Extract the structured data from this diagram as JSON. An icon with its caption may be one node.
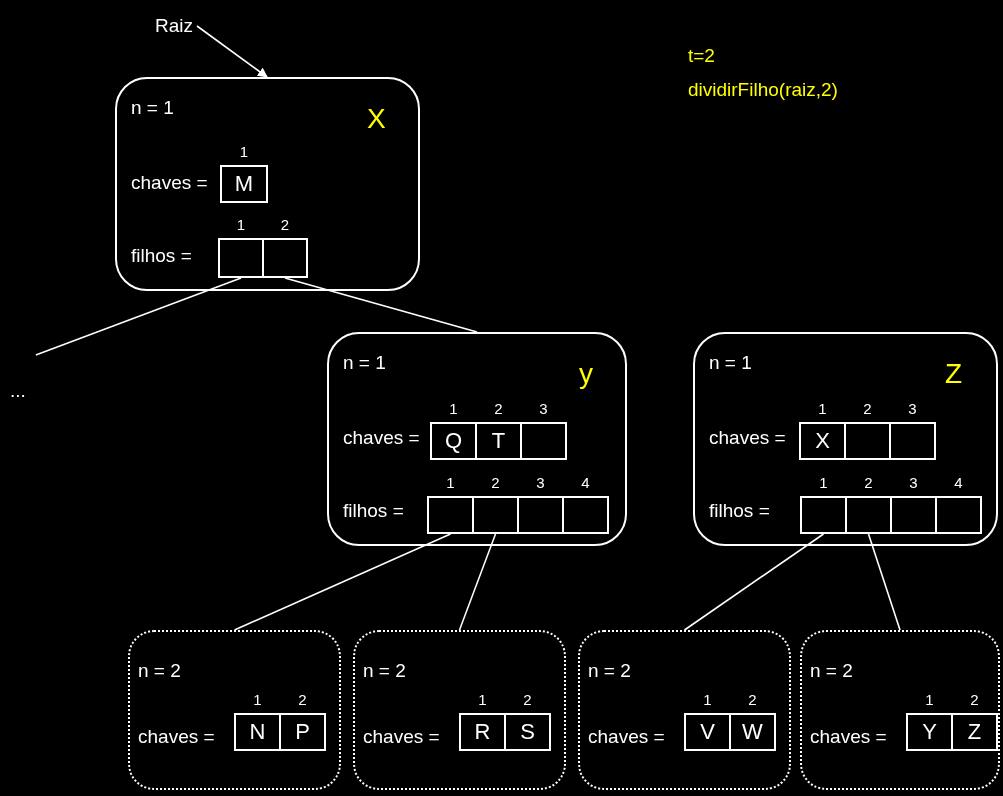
{
  "diagram": {
    "nodes": [
      {
        "text": [
          "Raiz"
        ]
      },
      {
        "text": [
          "n = 1",
          "X",
          "chaves =",
          "filhos ="
        ]
      },
      {
        "text": [
          "M"
        ],
        "in": 1,
        "beside": [
          "1"
        ]
      },
      {
        "text": [],
        "shape": "box",
        "in": 1,
        "beside": [
          "1"
        ]
      },
      {
        "text": [],
        "shape": "box",
        "in": 1,
        "beside": [
          "2"
        ]
      },
      {
        "text": [
          "..."
        ]
      },
      {
        "text": [
          "n = 1",
          "y",
          "chaves =",
          "filhos ="
        ]
      },
      {
        "text": [
          "Q"
        ],
        "in": 6,
        "beside": [
          "1"
        ]
      },
      {
        "text": [
          "T"
        ],
        "in": 6,
        "beside": [
          "2"
        ]
      },
      {
        "text": [],
        "shape": "box",
        "in": 6,
        "beside": [
          "3"
        ]
      },
      {
        "text": [],
        "shape": "box",
        "in": 6,
        "beside": [
          "1"
        ]
      },
      {
        "text": [],
        "shape": "box",
        "in": 6,
        "beside": [
          "2"
        ]
      },
      {
        "text": [],
        "shape": "box",
        "in": 6,
        "beside": [
          "3"
        ]
      },
      {
        "text": [],
        "shape": "box",
        "in": 6,
        "beside": [
          "4"
        ]
      },
      {
        "text": [
          "n = 1",
          "Z",
          "chaves =",
          "filhos ="
        ]
      },
      {
        "text": [
          "X"
        ],
        "in": 14,
        "beside": [
          "1"
        ]
      },
      {
        "text": [],
        "shape": "box",
        "in": 14,
        "beside": [
          "2"
        ]
      },
      {
        "text": [],
        "shape": "box",
        "in": 14,
        "beside": [
          "3"
        ]
      },
      {
        "text": [],
        "shape": "box",
        "in": 14,
        "beside": [
          "1"
        ]
      },
      {
        "text": [],
        "shape": "box",
        "in": 14,
        "beside": [
          "2"
        ]
      },
      {
        "text": [],
        "shape": "box",
        "in": 14,
        "beside": [
          "3"
        ]
      },
      {
        "text": [],
        "shape": "box",
        "in": 14,
        "beside": [
          "4"
        ]
      },
      {
        "text": [
          "n = 2",
          "chaves ="
        ]
      },
      {
        "text": [
          "N"
        ],
        "in": 22,
        "beside": [
          "1"
        ]
      },
      {
        "text": [
          "P"
        ],
        "in": 22,
        "beside": [
          "2"
        ]
      },
      {
        "text": [
          "n = 2",
          "chaves ="
        ]
      },
      {
        "text": [
          "R"
        ],
        "in": 25,
        "beside": [
          "1"
        ]
      },
      {
        "text": [
          "S"
        ],
        "in": 25,
        "beside": [
          "2"
        ]
      },
      {
        "text": [
          "n = 2",
          "chaves ="
        ]
      },
      {
        "text": [
          "V"
        ],
        "in": 28,
        "beside": [
          "1"
        ]
      },
      {
        "text": [
          "W"
        ],
        "in": 28,
        "beside": [
          "2"
        ]
      },
      {
        "text": [
          "n = 2",
          "chaves ="
        ]
      },
      {
        "text": [
          "Y"
        ],
        "in": 31,
        "beside": [
          "1"
        ]
      },
      {
        "text": [
          "Z"
        ],
        "in": 31,
        "beside": [
          "2"
        ]
      }
    ],
    "edges": [
      {
        "from": 0,
        "to": 1,
        "arrow": "to"
      },
      {
        "from": 3,
        "to": 5,
        "arrow": "none"
      },
      {
        "from": 4,
        "to": 6,
        "arrow": "none"
      },
      {
        "from": 10,
        "to": 22,
        "arrow": "none"
      },
      {
        "from": 11,
        "to": 25,
        "arrow": "none"
      },
      {
        "from": 18,
        "to": 28,
        "arrow": "none"
      },
      {
        "from": 19,
        "to": 31,
        "arrow": "none"
      }
    ],
    "labels": [
      "t=2",
      "dividirFilho(raiz,2)"
    ]
  }
}
